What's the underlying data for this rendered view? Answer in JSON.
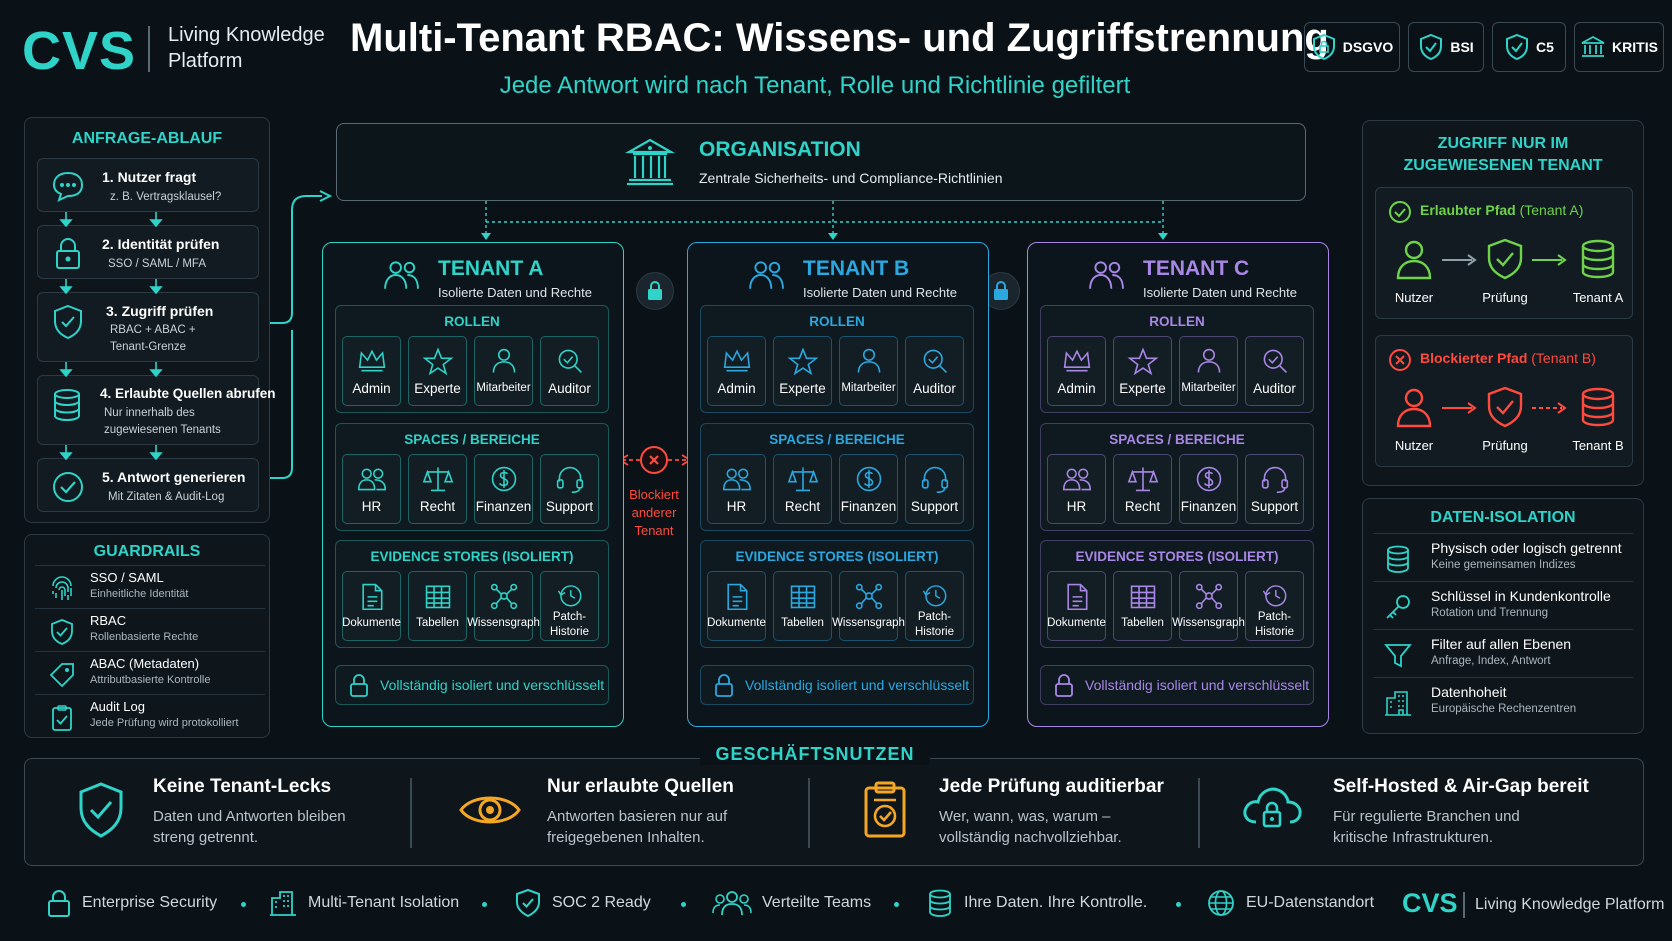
{
  "header": {
    "logo": "CVS",
    "logo_sub_line1": "Living Knowledge",
    "logo_sub_line2": "Platform",
    "title": "Multi-Tenant RBAC: Wissens- und Zugriffstrennung",
    "subtitle": "Jede Antwort wird nach Tenant, Rolle und Richtlinie gefiltert",
    "badges": [
      "DSGVO",
      "BSI",
      "C5",
      "KRITIS"
    ]
  },
  "flow": {
    "title": "ANFRAGE-ABLAUF",
    "steps": [
      {
        "title": "1. Nutzer fragt",
        "line1": "z. B. Vertragsklausel?",
        "line2": ""
      },
      {
        "title": "2. Identität prüfen",
        "line1": "SSO / SAML / MFA",
        "line2": ""
      },
      {
        "title": "3. Zugriff prüfen",
        "line1": "RBAC + ABAC +",
        "line2": "Tenant-Grenze"
      },
      {
        "title": "4. Erlaubte Quellen abrufen",
        "line1": "Nur innerhalb des",
        "line2": "zugewiesenen Tenants"
      },
      {
        "title": "5. Antwort generieren",
        "line1": "Mit Zitaten & Audit-Log",
        "line2": ""
      }
    ]
  },
  "guardrails": {
    "title": "GUARDRAILS",
    "items": [
      {
        "title": "SSO / SAML",
        "desc": "Einheitliche Identität"
      },
      {
        "title": "RBAC",
        "desc": "Rollenbasierte Rechte"
      },
      {
        "title": "ABAC (Metadaten)",
        "desc": "Attributbasierte Kontrolle"
      },
      {
        "title": "Audit Log",
        "desc": "Jede Prüfung wird protokolliert"
      }
    ]
  },
  "organisation": {
    "title": "ORGANISATION",
    "desc": "Zentrale Sicherheits- und Compliance-Richtlinien"
  },
  "tenants": [
    {
      "name": "TENANT A",
      "desc": "Isolierte Daten und Rechte",
      "color": "#2fd3c8"
    },
    {
      "name": "TENANT B",
      "desc": "Isolierte Daten und Rechte",
      "color": "#2aa8e0"
    },
    {
      "name": "TENANT C",
      "desc": "Isolierte Daten und Rechte",
      "color": "#a987e6"
    }
  ],
  "tenant_sections": {
    "roles_title": "ROLLEN",
    "roles": [
      "Admin",
      "Experte",
      "Mitarbeiter",
      "Auditor"
    ],
    "spaces_title": "SPACES / BEREICHE",
    "spaces": [
      "HR",
      "Recht",
      "Finanzen",
      "Support"
    ],
    "stores_title": "EVIDENCE STORES (ISOLIERT)",
    "stores": [
      "Dokumente",
      "Tabellen",
      "Wissensgraph",
      "Patch-\nHistorie"
    ],
    "footer": "Vollständig isoliert und verschlüsselt"
  },
  "blocked": {
    "line1": "Blockiert",
    "line2": "anderer",
    "line3": "Tenant"
  },
  "access": {
    "title_line1": "ZUGRIFF NUR IM",
    "title_line2": "ZUGEWIESENEN TENANT",
    "allowed": {
      "title": "Erlaubter Pfad",
      "tenant": "(Tenant A)",
      "labels": [
        "Nutzer",
        "Prüfung",
        "Tenant A"
      ]
    },
    "blocked": {
      "title": "Blockierter Pfad",
      "tenant": "(Tenant B)",
      "labels": [
        "Nutzer",
        "Prüfung",
        "Tenant B"
      ]
    }
  },
  "isolation": {
    "title": "DATEN-ISOLATION",
    "items": [
      {
        "title": "Physisch oder logisch getrennt",
        "desc": "Keine gemeinsamen Indizes"
      },
      {
        "title": "Schlüssel in Kundenkontrolle",
        "desc": "Rotation und Trennung"
      },
      {
        "title": "Filter auf allen Ebenen",
        "desc": "Anfrage, Index, Antwort"
      },
      {
        "title": "Datenhoheit",
        "desc": "Europäische Rechenzentren"
      }
    ]
  },
  "benefits": {
    "title": "GESCHÄFTSNUTZEN",
    "items": [
      {
        "title": "Keine Tenant-Lecks",
        "line1": "Daten und Antworten bleiben",
        "line2": "streng getrennt."
      },
      {
        "title": "Nur erlaubte Quellen",
        "line1": "Antworten basieren nur auf",
        "line2": "freigegebenen Inhalten."
      },
      {
        "title": "Jede Prüfung auditierbar",
        "line1": "Wer, wann, was, warum –",
        "line2": "vollständig nachvollziehbar."
      },
      {
        "title": "Self-Hosted & Air-Gap bereit",
        "line1": "Für regulierte Branchen und",
        "line2": "kritische Infrastrukturen."
      }
    ]
  },
  "footer": {
    "items": [
      "Enterprise Security",
      "Multi-Tenant Isolation",
      "SOC 2 Ready",
      "Verteilte Teams",
      "Ihre Daten. Ihre Kontrolle.",
      "EU-Datenstandort"
    ],
    "logo": "CVS",
    "logo_text": "Living Knowledge Platform"
  },
  "colors": {
    "accent": "#2fd3c8",
    "tenant_b": "#2aa8e0",
    "tenant_c": "#a987e6",
    "green": "#6fd34a",
    "red": "#ff4a3d",
    "orange": "#f5a623",
    "background": "#0b1217"
  }
}
